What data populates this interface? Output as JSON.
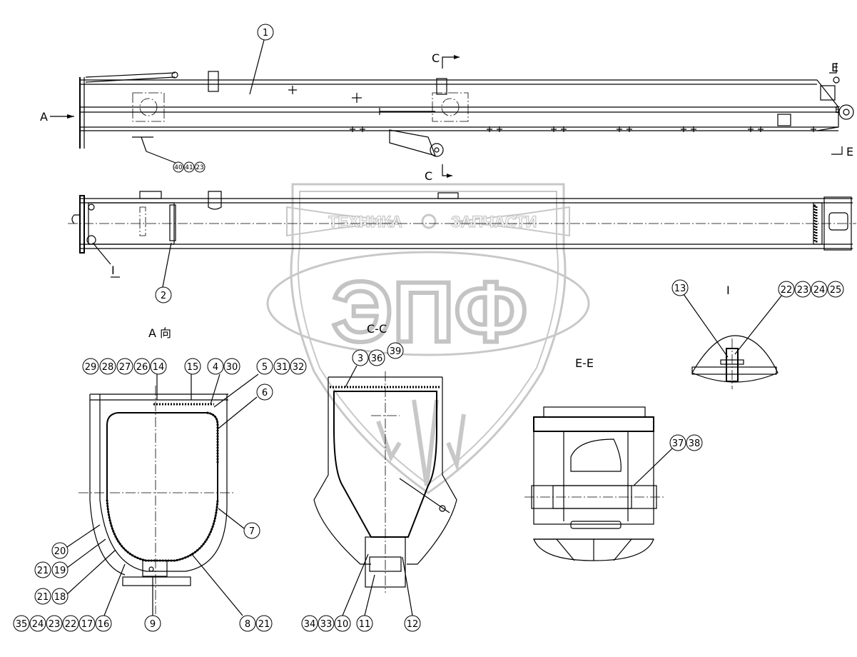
{
  "watermark": {
    "company": "ТЕХНИКА",
    "company2": "ЗАПЧАСТИ",
    "logo": "ЭПФ"
  },
  "labels": {
    "view_a_arrow": "A",
    "view_a_title": "A 向",
    "section_c_top": "C",
    "section_c_bottom": "C",
    "section_cc_title": "C-C",
    "section_e_top": "E",
    "section_e_bottom": "E",
    "section_e_mid": "E",
    "section_ee_title": "E-E",
    "detail_i": "I",
    "detail_i_title": "I"
  },
  "callouts": {
    "c1": "1",
    "c2": "2",
    "c40": "40",
    "c41": "41",
    "c23a": "23",
    "c29": "29",
    "c28": "28",
    "c27": "27",
    "c26": "26",
    "c14": "14",
    "c15": "15",
    "c4": "4",
    "c30": "30",
    "c5": "5",
    "c31": "31",
    "c32": "32",
    "c6": "6",
    "c7": "7",
    "c20": "20",
    "c21a": "21",
    "c19": "19",
    "c21b": "21",
    "c18": "18",
    "c35": "35",
    "c24a": "24",
    "c23b": "23",
    "c22a": "22",
    "c17": "17",
    "c16": "16",
    "c9": "9",
    "c8": "8",
    "c21c": "21",
    "c3": "3",
    "c36": "36",
    "c39": "39",
    "c34": "34",
    "c33": "33",
    "c10": "10",
    "c11": "11",
    "c12": "12",
    "c13": "13",
    "c22b": "22",
    "c23c": "23",
    "c24b": "24",
    "c25": "25",
    "c37": "37",
    "c38": "38"
  },
  "colors": {
    "line": "#000000",
    "watermark": "#c8c8c8"
  }
}
